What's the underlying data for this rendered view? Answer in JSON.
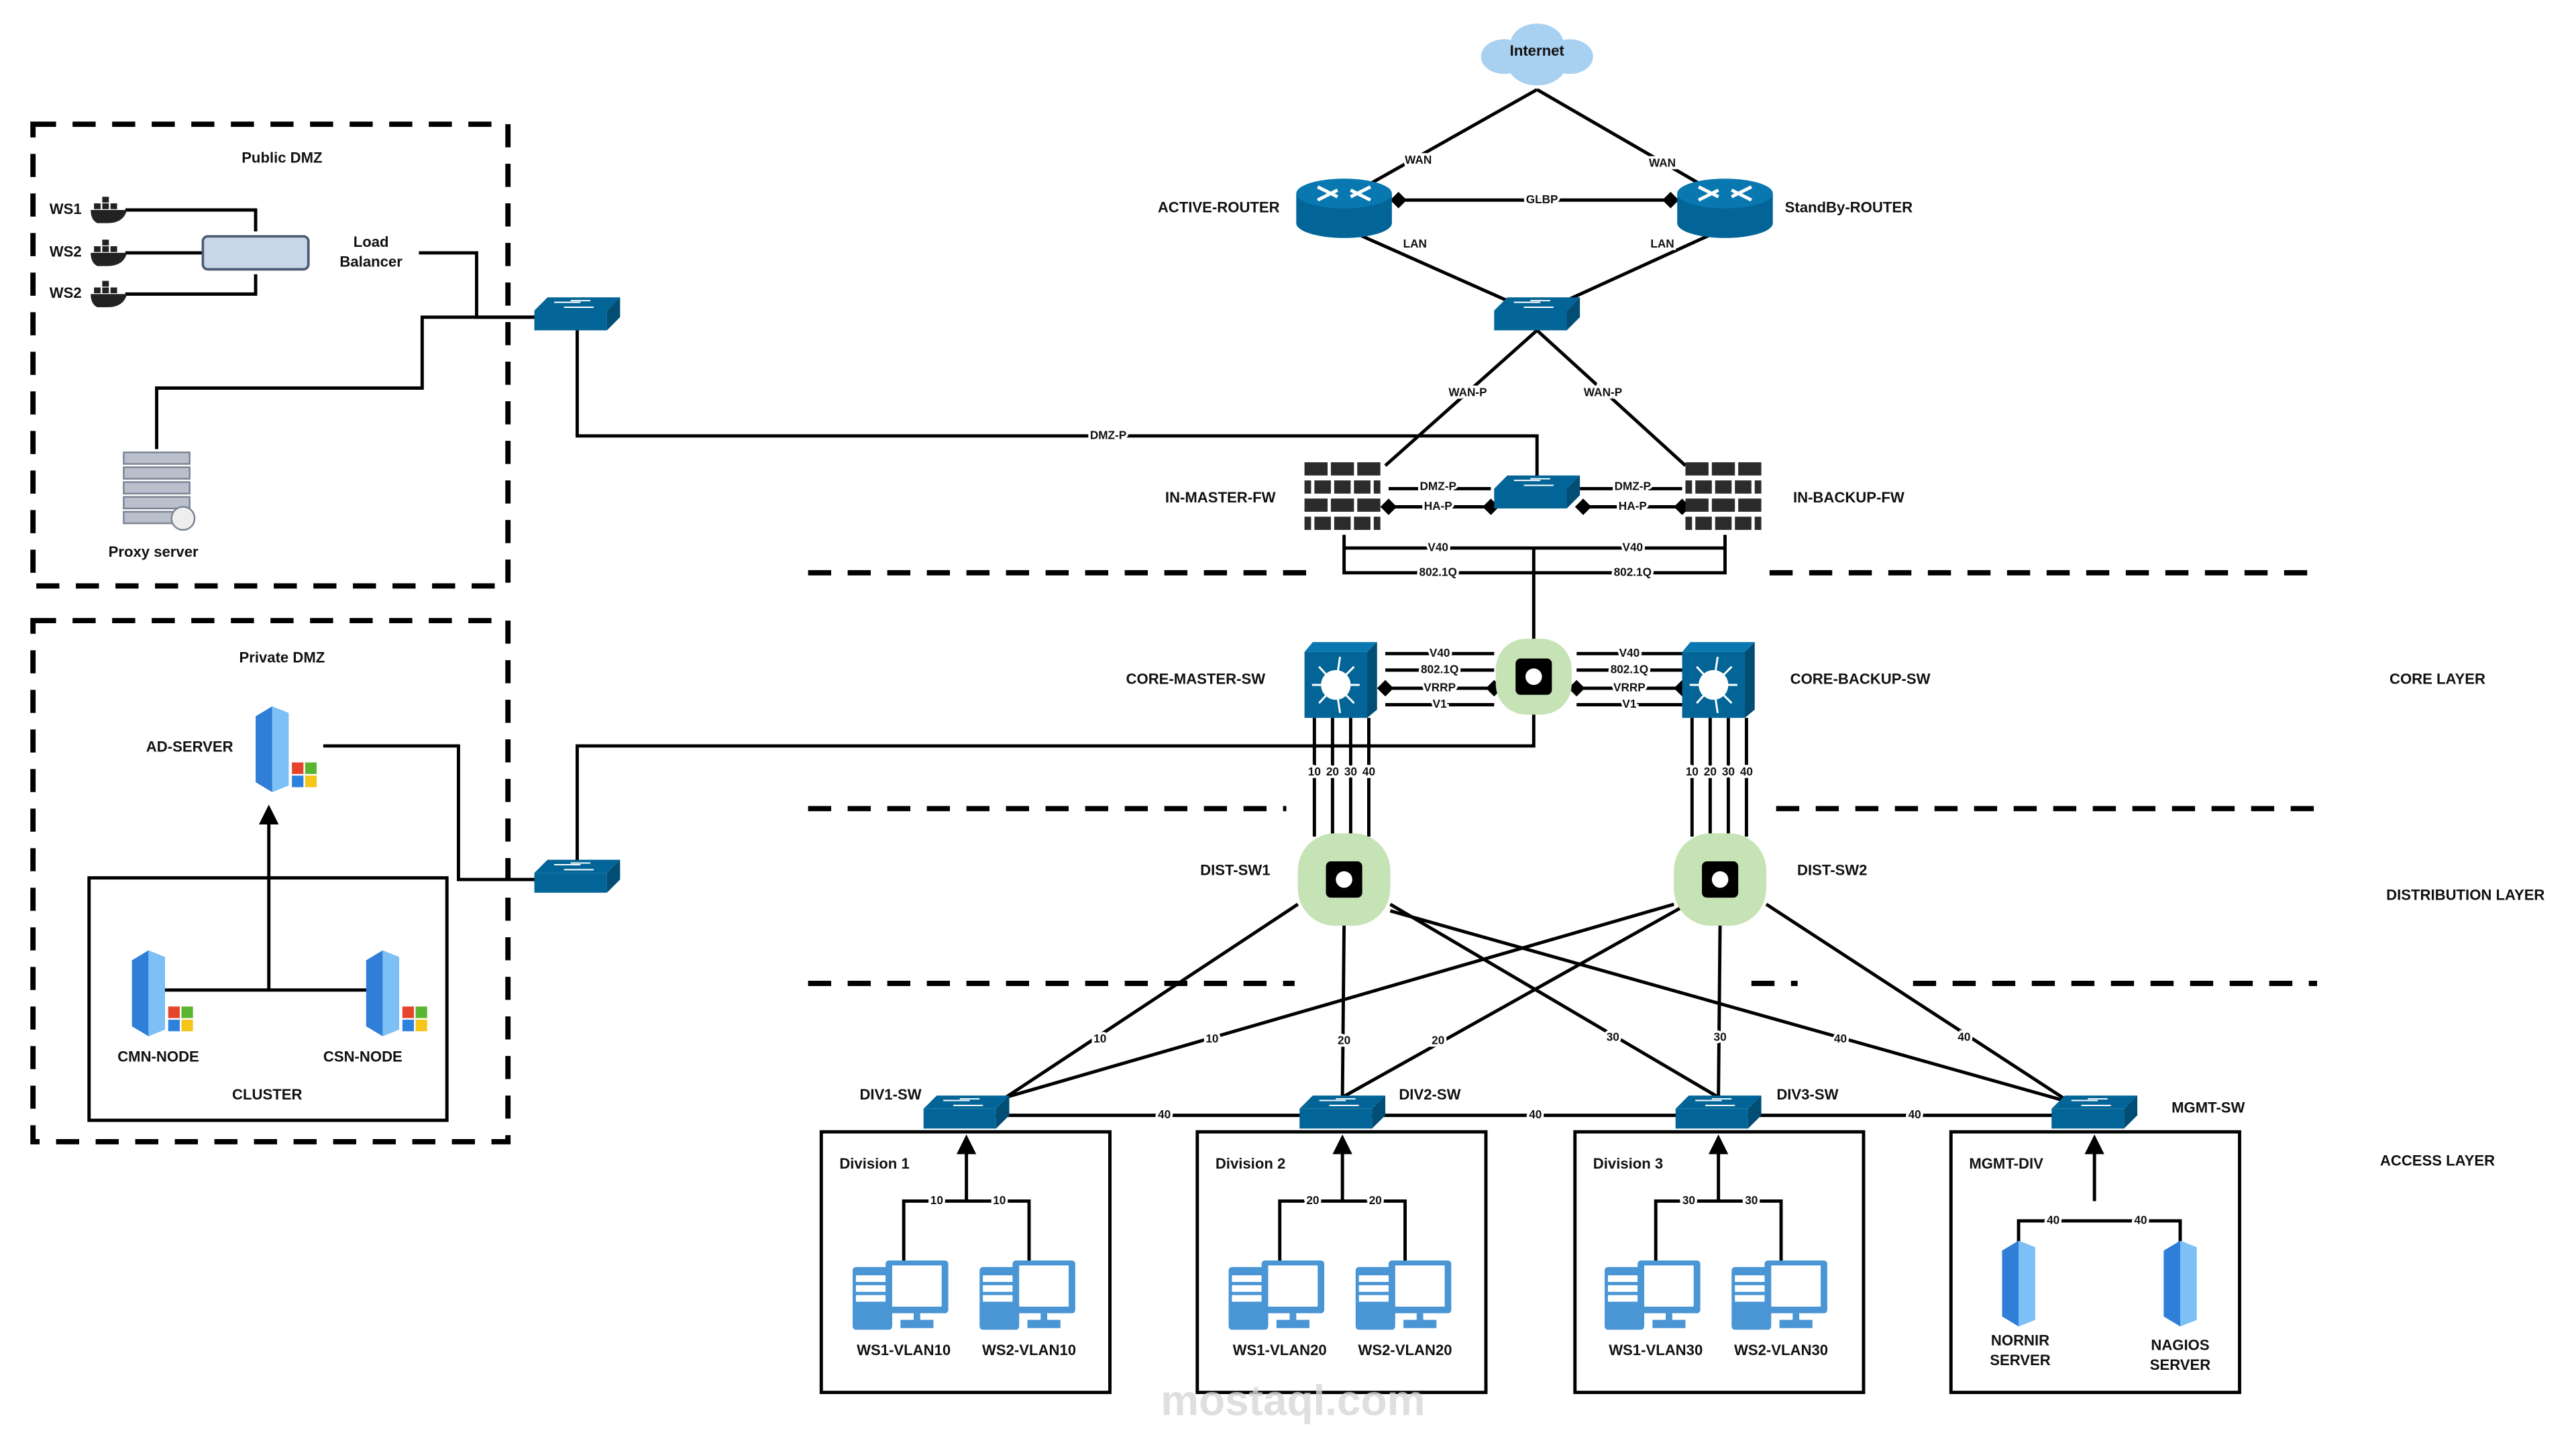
{
  "colors": {
    "device_blue": "#036597",
    "hub_green": "#c5e3b5",
    "firewall": "#2b2b2b",
    "pc_blue": "#4a95d4",
    "cloud": "#a8d0f0"
  },
  "internet": "Internet",
  "routers": {
    "active": "ACTIVE-ROUTER",
    "standby": "StandBy-ROUTER",
    "wan": "WAN",
    "lan": "LAN",
    "glbp": "GLBP"
  },
  "firewalls": {
    "master": "IN-MASTER-FW",
    "backup": "IN-BACKUP-FW",
    "wanp": "WAN-P",
    "dmzp": "DMZ-P",
    "hap": "HA-P",
    "v40": "V40",
    "dot1q": "802.1Q"
  },
  "core": {
    "master": "CORE-MASTER-SW",
    "backup": "CORE-BACKUP-SW",
    "v40": "V40",
    "dot1q": "802.1Q",
    "vrrp": "VRRP",
    "v1": "V1",
    "vlans": [
      "10",
      "20",
      "30",
      "40"
    ]
  },
  "dist": {
    "sw1": "DIST-SW1",
    "sw2": "DIST-SW2"
  },
  "layers": {
    "core": "CORE LAYER",
    "distribution": "DISTRIBUTION LAYER",
    "access": "ACCESS LAYER"
  },
  "public_dmz": {
    "title": "Public DMZ",
    "ws": [
      "WS1",
      "WS2",
      "WS2"
    ],
    "lb": "Load",
    "lb2": "Balancer",
    "proxy": "Proxy server",
    "link": "DMZ-P"
  },
  "private_dmz": {
    "title": "Private DMZ",
    "ad": "AD-SERVER",
    "cmn": "CMN-NODE",
    "csn": "CSN-NODE",
    "cluster": "CLUSTER"
  },
  "access": {
    "switches": [
      "DIV1-SW",
      "DIV2-SW",
      "DIV3-SW",
      "MGMT-SW"
    ],
    "trunk": "40",
    "uplinks": [
      "10",
      "10",
      "20",
      "20",
      "30",
      "30",
      "40",
      "40"
    ],
    "divisions": [
      {
        "title": "Division 1",
        "vlan": "10",
        "hosts": [
          "WS1-VLAN10",
          "WS2-VLAN10"
        ]
      },
      {
        "title": "Division 2",
        "vlan": "20",
        "hosts": [
          "WS1-VLAN20",
          "WS2-VLAN20"
        ]
      },
      {
        "title": "Division 3",
        "vlan": "30",
        "hosts": [
          "WS1-VLAN30",
          "WS2-VLAN30"
        ]
      },
      {
        "title": "MGMT-DIV",
        "vlan": "40",
        "hosts": [
          "NORNIR",
          "NAGIOS"
        ],
        "hosts2": [
          "SERVER",
          "SERVER"
        ]
      }
    ]
  },
  "watermark": "mostaql.com"
}
